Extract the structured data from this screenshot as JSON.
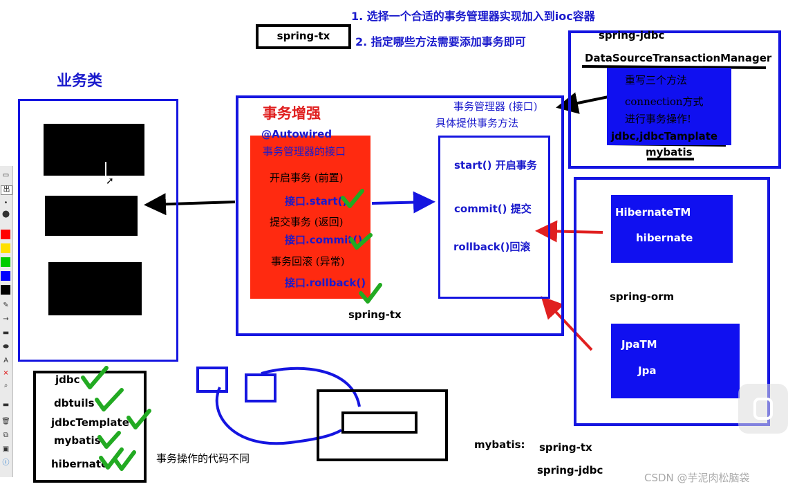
{
  "window_title": "",
  "top_notes": {
    "line1": "1. 选择一个合适的事务管理器实现加入到ioc容器",
    "line2": "2. 指定哪些方法需要添加事务即可"
  },
  "spring_tx_label": "spring-tx",
  "business_class": {
    "title": "业务类"
  },
  "tx_enhance": {
    "title": "事务增强",
    "autowired": "@Autowired",
    "iface": "事务管理器的接口",
    "start_label": "开启事务 (前置)",
    "start_call": "接口.start()",
    "commit_label": "提交事务 (返回)",
    "commit_call": "接口.commit()",
    "rollback_label": "事务回滚 (异常)",
    "rollback_call": "接口.rollback()",
    "footer": "spring-tx"
  },
  "tx_manager": {
    "caption1": "事务管理器 (接口)",
    "caption2": "具体提供事务方法",
    "start": "start() 开启事务",
    "commit": "commit() 提交",
    "rollback": "rollback()回滚"
  },
  "jdbc_box": {
    "header": "spring-jdbc",
    "class_name": "DataSourceTransactionManager",
    "desc1": "重写三个方法",
    "desc2": "connection方式",
    "desc3": "进行事务操作!",
    "jdbc_template": "jdbc,jdbcTamplate",
    "mybatis": "mybatis"
  },
  "orm_box": {
    "hibernate_tm": "HibernateTM",
    "hibernate": "hibernate",
    "label": "spring-orm",
    "jpa_tm": "JpaTM",
    "jpa": "Jpa"
  },
  "frameworks": [
    "jdbc",
    "dbtuils",
    "jdbcTemplate",
    "mybatis",
    "hibernate"
  ],
  "note_code_diff": "事务操作的代码不同",
  "mybatis_deps": {
    "label": "mybatis:",
    "dep1": "spring-tx",
    "dep2": "spring-jdbc"
  },
  "watermark": "CSDN @芋泥肉松脑袋",
  "colors": {
    "box_blue": "#1515e0",
    "fill_blue": "#1010f0",
    "red_fill": "#ff2a10",
    "arrow_red": "#e02020",
    "check_green": "#22aa22"
  }
}
